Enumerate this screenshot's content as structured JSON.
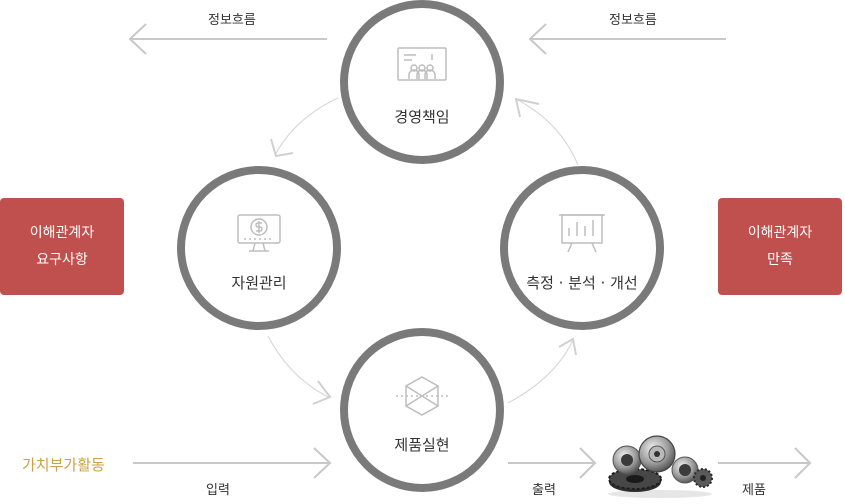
{
  "circles": {
    "top": {
      "label": "경영책임",
      "icon": "meeting-board-icon"
    },
    "left": {
      "label": "자원관리",
      "icon": "money-monitor-icon"
    },
    "right": {
      "label": "측정 · 분석 · 개선",
      "icon": "chart-board-icon"
    },
    "bottom": {
      "label": "제품실현",
      "icon": "cube-icon"
    }
  },
  "boxes": {
    "left": {
      "line1": "이해관계자",
      "line2": "요구사항"
    },
    "right": {
      "line1": "이해관계자",
      "line2": "만족"
    }
  },
  "labels": {
    "info_flow_left": "정보흐름",
    "info_flow_right": "정보흐름",
    "value_added": "가치부가활동",
    "input": "입력",
    "output": "출력",
    "product": "제품"
  },
  "colors": {
    "circle_border": "#7a7a7a",
    "box_fill": "#c0504d",
    "value_text": "#c9a246",
    "arrow": "#c8c8c8"
  },
  "product_image": "gears-bearings-image"
}
